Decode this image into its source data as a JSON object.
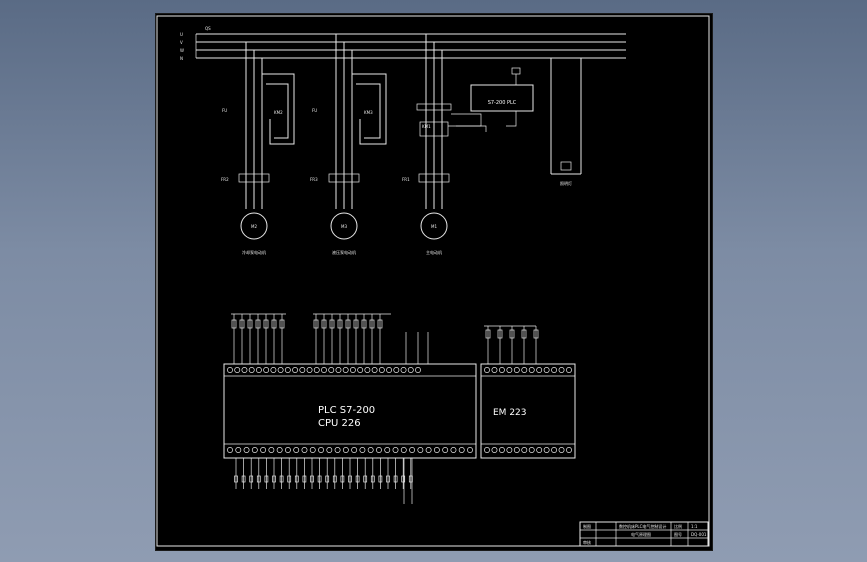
{
  "bus_labels": [
    "QS",
    "U",
    "V",
    "W",
    "N"
  ],
  "motors": [
    {
      "id": "M2",
      "fr": "FR2",
      "km": "KM2",
      "fu": "FU",
      "caption": "冷却泵电动机"
    },
    {
      "id": "M3",
      "fr": "FR3",
      "km": "KM3",
      "fu": "FU",
      "caption": "液压泵电动机"
    },
    {
      "id": "M1",
      "fr": "FR1",
      "km": "KM1",
      "fu": "",
      "caption": "主电动机"
    }
  ],
  "plc_top_label": "S7-200 PLC",
  "main_plc": {
    "line1": "PLC  S7-200",
    "line2": "CPU  226"
  },
  "expansion": {
    "label": "EM 223"
  },
  "lamp_caption": "照明灯",
  "title_block": {
    "row1_a": "制图",
    "row1_b": "数控机床PLC电气控制设计",
    "row2_a": "审核",
    "row2_b": "电气原理图",
    "right_a": "比例",
    "right_b": "1:1",
    "right_c": "图号",
    "right_d": "DQ-001"
  }
}
